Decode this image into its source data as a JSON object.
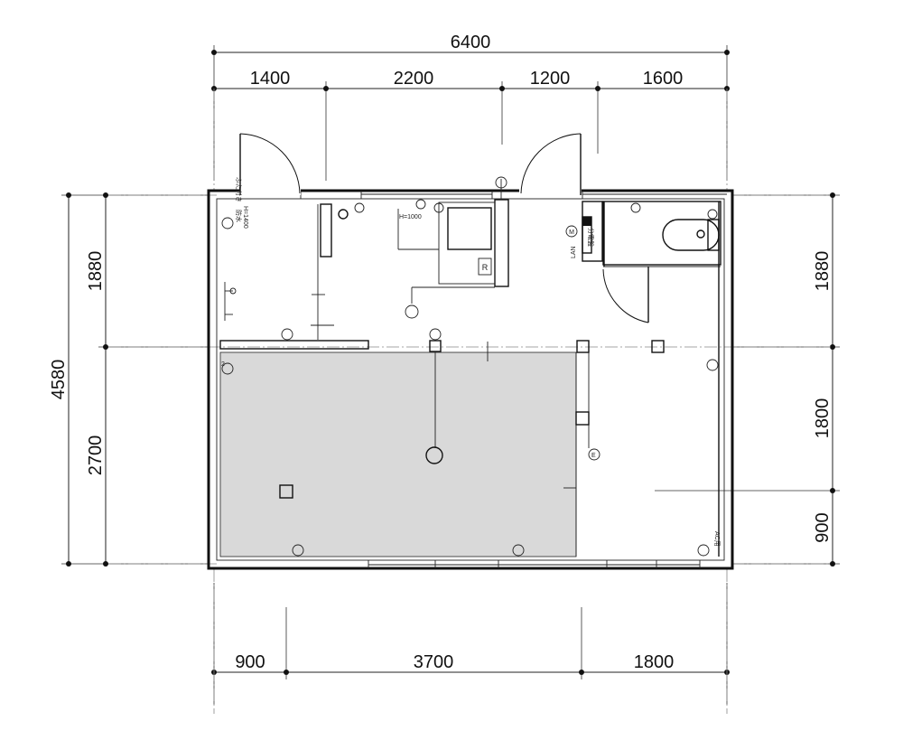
{
  "dimensions": {
    "top_total": "6400",
    "top_segments": [
      "1400",
      "2200",
      "1200",
      "1600"
    ],
    "bottom_segments": [
      "900",
      "3700",
      "1800"
    ],
    "left_total": "4580",
    "left_segments": [
      "1880",
      "2700"
    ],
    "right_segments": [
      "1880",
      "1800",
      "900"
    ]
  },
  "labels": {
    "bunden_ban": "分電盤",
    "lan": "LAN",
    "meter": "M",
    "height_1000": "H=1000",
    "height_1400": "H=1400",
    "bousui": "防水",
    "futatsuki": "ふた付き",
    "ac_use": "AC用",
    "refrigerator": "R",
    "e_mark": "E",
    "outlet_2": "2"
  },
  "colors": {
    "shaded_area": "#d9d9d9",
    "line": "#111111"
  }
}
